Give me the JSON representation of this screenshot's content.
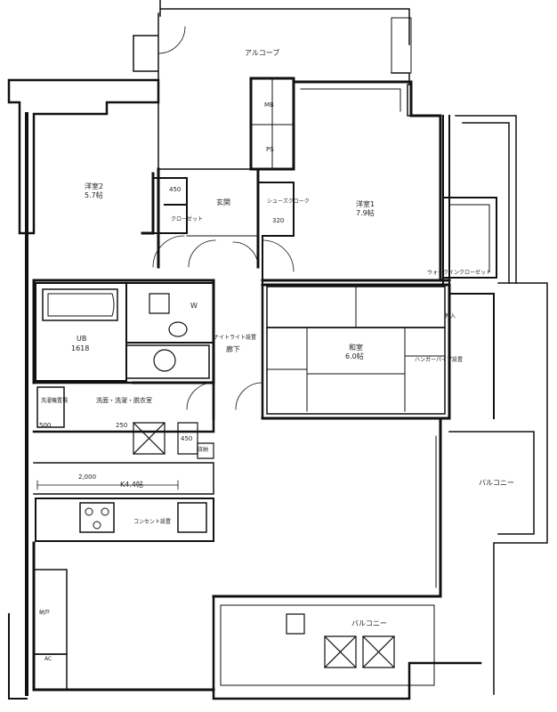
{
  "rooms": {
    "alcove": "アルコーブ",
    "mb": "MB",
    "ps": "PS",
    "bedroom2_name": "洋室2",
    "bedroom2_size": "5.7帖",
    "closet": "クローゼット",
    "entrance": "玄関",
    "shoes_cloak": "シューズクローク",
    "bedroom1_name": "洋室1",
    "bedroom1_size": "7.9帖",
    "walk_in_closet": "ウォークインクローゼット",
    "unit_bath": "UB",
    "unit_bath_size": "1618",
    "toilet_mark": "W",
    "night_light": "ナイトライト設置",
    "corridor": "廊下",
    "oshiire": "押入",
    "washitsu_name": "和室",
    "washitsu_size": "6.0帖",
    "hanger_pipe": "ハンガーパイプ設置",
    "laundry_pan": "洗濯機置場",
    "wash_room": "洗面・洗濯・脱衣室",
    "storage": "収納",
    "kitchen": "K4.4帖",
    "outlet_note": "コンセント設置",
    "balcony_right": "バルコニー",
    "balcony_bottom": "バルコニー",
    "pantry": "納戸",
    "ac": "AC"
  },
  "dimensions": {
    "d450_top": "450",
    "d320": "320",
    "d450_bottom": "450",
    "d500": "500",
    "d250": "250",
    "d2000": "2,000"
  }
}
